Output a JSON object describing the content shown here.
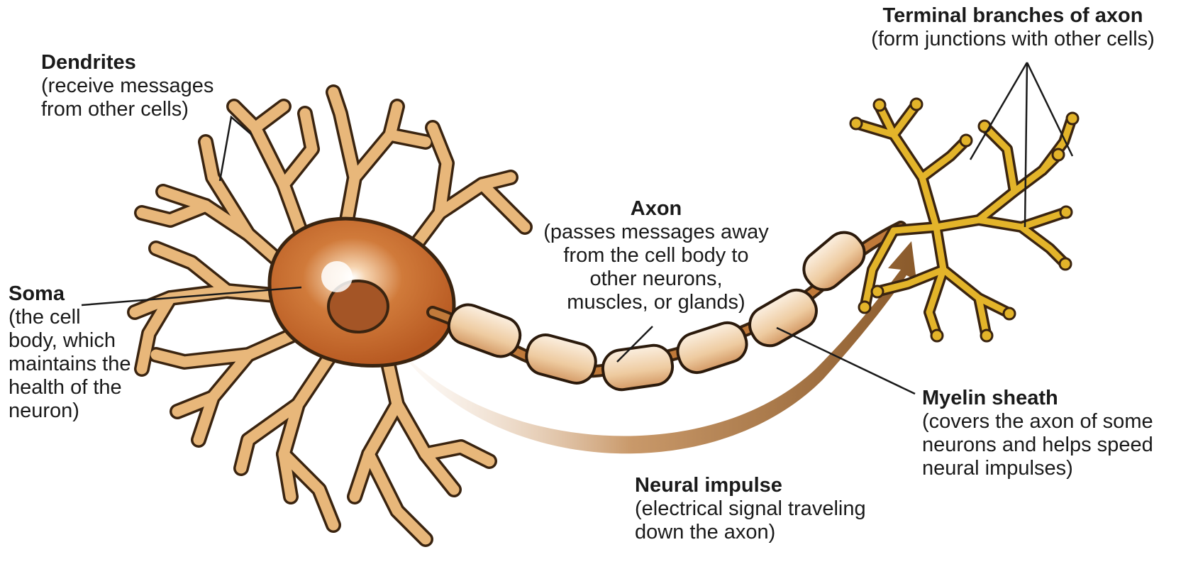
{
  "labels": {
    "dendrites": {
      "title": "Dendrites",
      "desc": "(receive messages\nfrom other cells)"
    },
    "soma": {
      "title": "Soma",
      "desc": "(the cell\nbody, which\nmaintains the\nhealth of the\nneuron)"
    },
    "axon": {
      "title": "Axon",
      "desc": "(passes messages away\nfrom the cell body to\nother neurons,\nmuscles, or glands)"
    },
    "terminal": {
      "title": "Terminal branches of axon",
      "desc": "(form junctions with other cells)"
    },
    "myelin": {
      "title": "Myelin sheath",
      "desc": "(covers the axon of some\nneurons and helps speed\nneural impulses)"
    },
    "impulse": {
      "title": "Neural impulse",
      "desc": "(electrical signal traveling\ndown the axon)"
    }
  },
  "colors": {
    "dendrite_fill": "#e8b77a",
    "dendrite_stroke": "#3a2410",
    "soma_core": "#c8622a",
    "terminal_fill": "#e3b42a",
    "myelin_fill": "#f4dcbc",
    "impulse_arrow": "#a56f3d",
    "leader_line": "#1a1a1a"
  }
}
